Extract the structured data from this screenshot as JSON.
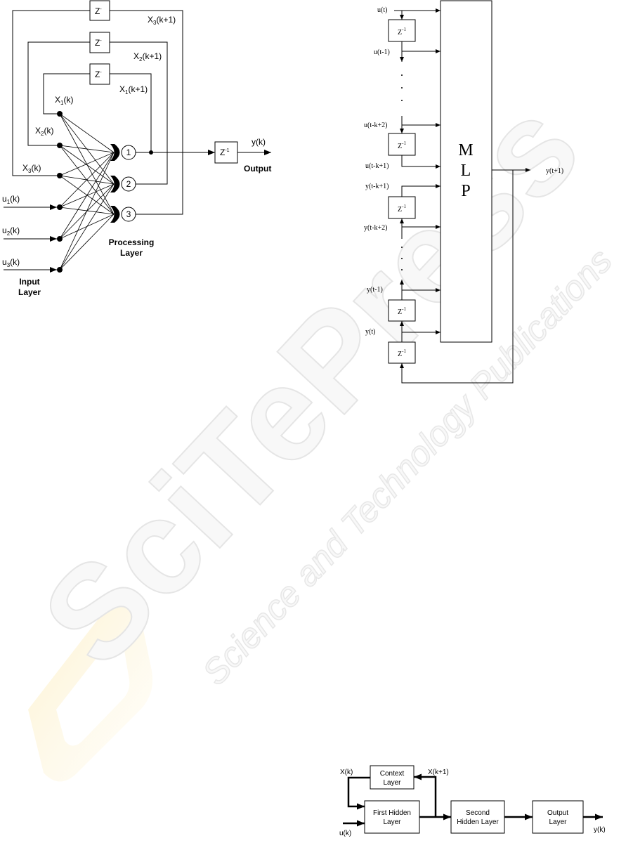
{
  "watermark": {
    "brand": "SciTePress",
    "tagline": "Science and Technology Publications"
  },
  "fig1": {
    "delays": [
      {
        "base": "Z",
        "sup": "-"
      },
      {
        "base": "Z",
        "sup": "-"
      },
      {
        "base": "Z",
        "sup": "-"
      }
    ],
    "state_next": [
      {
        "base": "X",
        "sub": "3",
        "tail": "(k+1)"
      },
      {
        "base": "X",
        "sub": "2",
        "tail": "(k+1)"
      },
      {
        "base": "X",
        "sub": "1",
        "tail": "(k+1)"
      }
    ],
    "state": [
      {
        "base": "X",
        "sub": "1",
        "tail": "(k)"
      },
      {
        "base": "X",
        "sub": "2",
        "tail": "(k)"
      },
      {
        "base": "X",
        "sub": "3",
        "tail": "(k)"
      }
    ],
    "inputs": [
      {
        "base": "u",
        "sub": "1",
        "tail": "(k)"
      },
      {
        "base": "u",
        "sub": "2",
        "tail": "(k)"
      },
      {
        "base": "u",
        "sub": "3",
        "tail": "(k)"
      }
    ],
    "neurons": [
      "1",
      "2",
      "3"
    ],
    "output_delay": {
      "base": "Z",
      "sup": "-1"
    },
    "output_signal": "y(k)",
    "output_label": "Output",
    "processing_label": [
      "Processing",
      "Layer"
    ],
    "input_label": [
      "Input",
      "Layer"
    ]
  },
  "fig2": {
    "delay": {
      "base": "Z",
      "sup": "-1"
    },
    "mlp": [
      "M",
      "L",
      "P"
    ],
    "signals": [
      "u(t)",
      "u(t-1)",
      "u(t-k+2)",
      "u(t-k+1)",
      "y(t-k+1)",
      "y(t-k+2)",
      "y(t-1)",
      "y(t)"
    ],
    "output": "y(t+1)"
  },
  "fig3": {
    "context": [
      "Context",
      "Layer"
    ],
    "hidden1": [
      "First Hidden",
      "Layer"
    ],
    "hidden2": [
      "Second",
      "Hidden Layer"
    ],
    "output_layer": [
      "Output",
      "Layer"
    ],
    "state": "X(k)",
    "state_next": "X(k+1)",
    "input": "u(k)",
    "output": "y(k)"
  }
}
